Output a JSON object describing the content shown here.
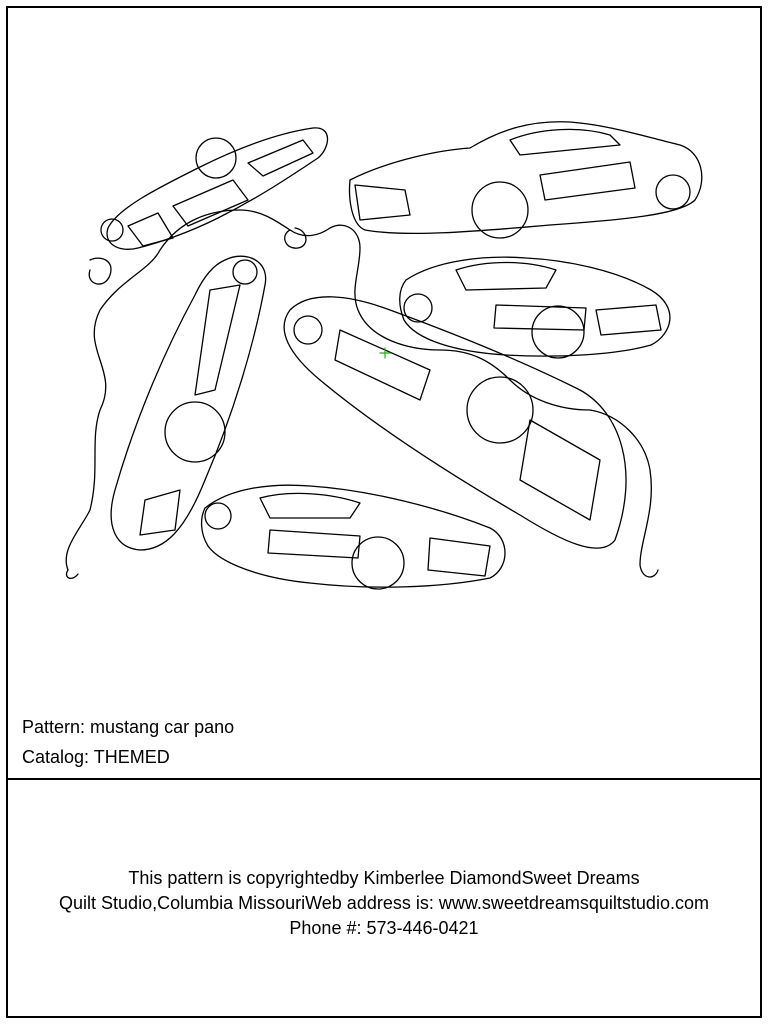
{
  "pattern": {
    "label": "Pattern: mustang car pano",
    "catalog": "Catalog: THEMED"
  },
  "footer": {
    "line1": "This pattern is copyrightedby Kimberlee DiamondSweet Dreams",
    "line2": "Quilt Studio,Columbia MissouriWeb address is: www.sweetdreamsquiltstudio.com",
    "line3": "Phone #: 573-446-0421"
  },
  "colors": {
    "line": "#000000",
    "start_marker": "#22aa22"
  },
  "icons": {
    "start_marker": "plus-marker-icon"
  }
}
